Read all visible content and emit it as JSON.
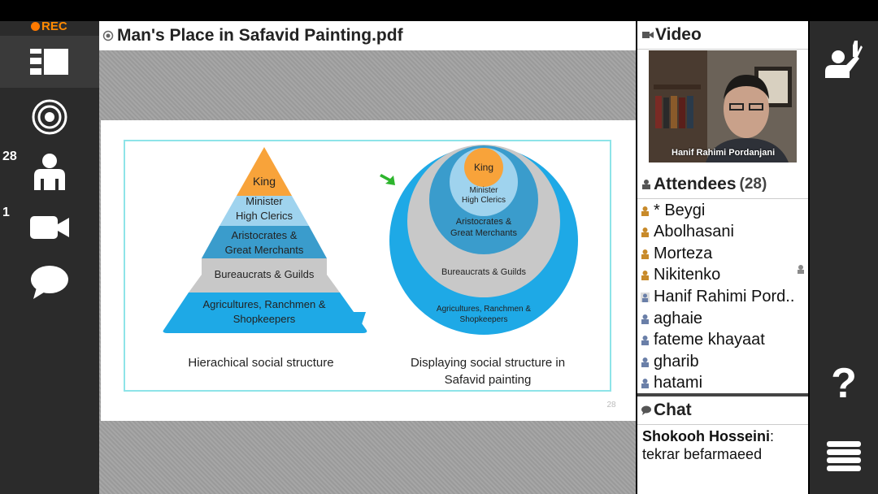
{
  "recording": {
    "label": "REC",
    "color": "#ff7a00"
  },
  "left_rail": {
    "items": [
      {
        "icon": "layout-icon"
      },
      {
        "icon": "target-icon"
      },
      {
        "icon": "attendees-icon",
        "badge": "28"
      },
      {
        "icon": "camera-icon",
        "badge": "1"
      },
      {
        "icon": "chat-bubble-icon"
      }
    ]
  },
  "document": {
    "title": "Man's Place in Safavid Painting.pdf",
    "slide": {
      "pyramid": {
        "levels": [
          "King",
          "Minister",
          "High Clerics",
          "Aristocrates &",
          "Great Merchants",
          "Bureaucrats & Guilds",
          "Agricultures, Ranchmen &",
          "Shopkeepers"
        ],
        "caption": "Hierachical social structure"
      },
      "circles": {
        "levels": [
          "King",
          "Minister",
          "High Clerics",
          "Aristocrates &",
          "Great Merchants",
          "Bureaucrats & Guilds",
          "Agricultures, Ranchmen &",
          "Shopkeepers"
        ],
        "caption_line1": "Displaying  social structure in",
        "caption_line2": "Safavid painting"
      },
      "page_number": "28"
    }
  },
  "video": {
    "title": "Video",
    "participant_name": "Hanif Rahimi Pordanjani"
  },
  "attendees": {
    "title": "Attendees",
    "count": "(28)",
    "list": [
      "* Beygi",
      "Abolhasani",
      "Morteza",
      "Nikitenko",
      "Hanif Rahimi Pord..",
      "aghaie",
      "fateme khayaat",
      "gharib",
      "hatami"
    ]
  },
  "chat": {
    "title": "Chat",
    "messages": [
      {
        "author": "Shokooh Hosseini",
        "text": "tekrar befarmaeed"
      }
    ]
  },
  "right_rail": {
    "items": [
      {
        "icon": "raise-hand-icon"
      },
      {
        "icon": "help-icon",
        "label": "?"
      },
      {
        "icon": "menu-icon"
      }
    ]
  },
  "colors": {
    "accent": "#ff7a00",
    "pyramid_top": "#f8a33a",
    "light_blue": "#9fd3ee",
    "mid_blue": "#3a9ccc",
    "gray": "#c8c8c8",
    "bright_blue": "#1ea9e6",
    "frame": "#8ee4e8"
  }
}
